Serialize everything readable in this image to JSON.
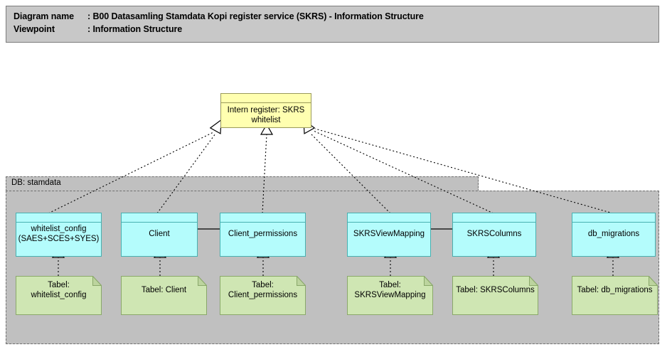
{
  "header": {
    "line1_key": "Diagram name",
    "line1_sep": ": ",
    "line1_value": "B00 Datasamling Stamdata Kopi register service (SKRS) - Information Structure",
    "line2_key": "Viewpoint",
    "line2_sep": ": ",
    "line2_value": "Information Structure",
    "line1_full": "Diagram name : B00 Datasamling Stamdata Kopi register service (SKRS) - Information Structure",
    "line2_full": "Viewpoint        : Information Structure",
    "background": "#c8c8c8"
  },
  "interface_node": {
    "label": "Intern register: SKRS whitelist",
    "line1": "Intern register: SKRS",
    "line2": "whitelist",
    "fill": "#ffffb0",
    "stroke": "#9a9a5a"
  },
  "group": {
    "label": "DB: stamdata",
    "fill": "#c0c0c0",
    "stroke": "#707070"
  },
  "colors": {
    "cyan_fill": "#b4fcfc",
    "cyan_stroke": "#49b0b0",
    "green_fill": "#cfe6b3",
    "green_stroke": "#8aa86a",
    "line": "#000000"
  },
  "data_objects": [
    {
      "name": "whitelist_config (SAES+SCES+SYES)",
      "line1": "whitelist_config",
      "line2": "(SAES+SCES+SYES)"
    },
    {
      "name": "Client",
      "line1": "Client",
      "line2": ""
    },
    {
      "name": "Client_permissions",
      "line1": "Client_permissions",
      "line2": ""
    },
    {
      "name": "SKRSViewMapping",
      "line1": "SKRSViewMapping",
      "line2": ""
    },
    {
      "name": "SKRSColumns",
      "line1": "SKRSColumns",
      "line2": ""
    },
    {
      "name": "db_migrations",
      "line1": "db_migrations",
      "line2": ""
    }
  ],
  "tables": [
    {
      "name": "Tabel: whitelist_config",
      "line1": "Tabel:",
      "line2": "whitelist_config"
    },
    {
      "name": "Tabel: Client",
      "line1": "Tabel: Client",
      "line2": ""
    },
    {
      "name": "Tabel: Client_permissions",
      "line1": "Tabel:",
      "line2": "Client_permissions"
    },
    {
      "name": "Tabel: SKRSViewMapping",
      "line1": "Tabel:",
      "line2": "SKRSViewMapping"
    },
    {
      "name": "Tabel: SKRSColumns",
      "line1": "Tabel: SKRSColumns",
      "line2": ""
    },
    {
      "name": "Tabel: db_migrations",
      "line1": "Tabel: db_migrations",
      "line2": ""
    }
  ],
  "associations": [
    {
      "from": "Client",
      "to": "Client_permissions",
      "style": "solid"
    },
    {
      "from": "SKRSViewMapping",
      "to": "SKRSColumns",
      "style": "solid"
    }
  ],
  "realizations": [
    {
      "from": "whitelist_config (SAES+SCES+SYES)",
      "to": "Intern register: SKRS whitelist"
    },
    {
      "from": "Client",
      "to": "Intern register: SKRS whitelist"
    },
    {
      "from": "Client_permissions",
      "to": "Intern register: SKRS whitelist"
    },
    {
      "from": "SKRSViewMapping",
      "to": "Intern register: SKRS whitelist"
    },
    {
      "from": "SKRSColumns",
      "to": "Intern register: SKRS whitelist"
    },
    {
      "from": "db_migrations",
      "to": "Intern register: SKRS whitelist"
    }
  ],
  "realization_pairs": [
    {
      "from": "Tabel: whitelist_config",
      "to": "whitelist_config (SAES+SCES+SYES)"
    },
    {
      "from": "Tabel: Client",
      "to": "Client"
    },
    {
      "from": "Tabel: Client_permissions",
      "to": "Client_permissions"
    },
    {
      "from": "Tabel: SKRSViewMapping",
      "to": "SKRSViewMapping"
    },
    {
      "from": "Tabel: SKRSColumns",
      "to": "SKRSColumns"
    },
    {
      "from": "Tabel: db_migrations",
      "to": "db_migrations"
    }
  ]
}
